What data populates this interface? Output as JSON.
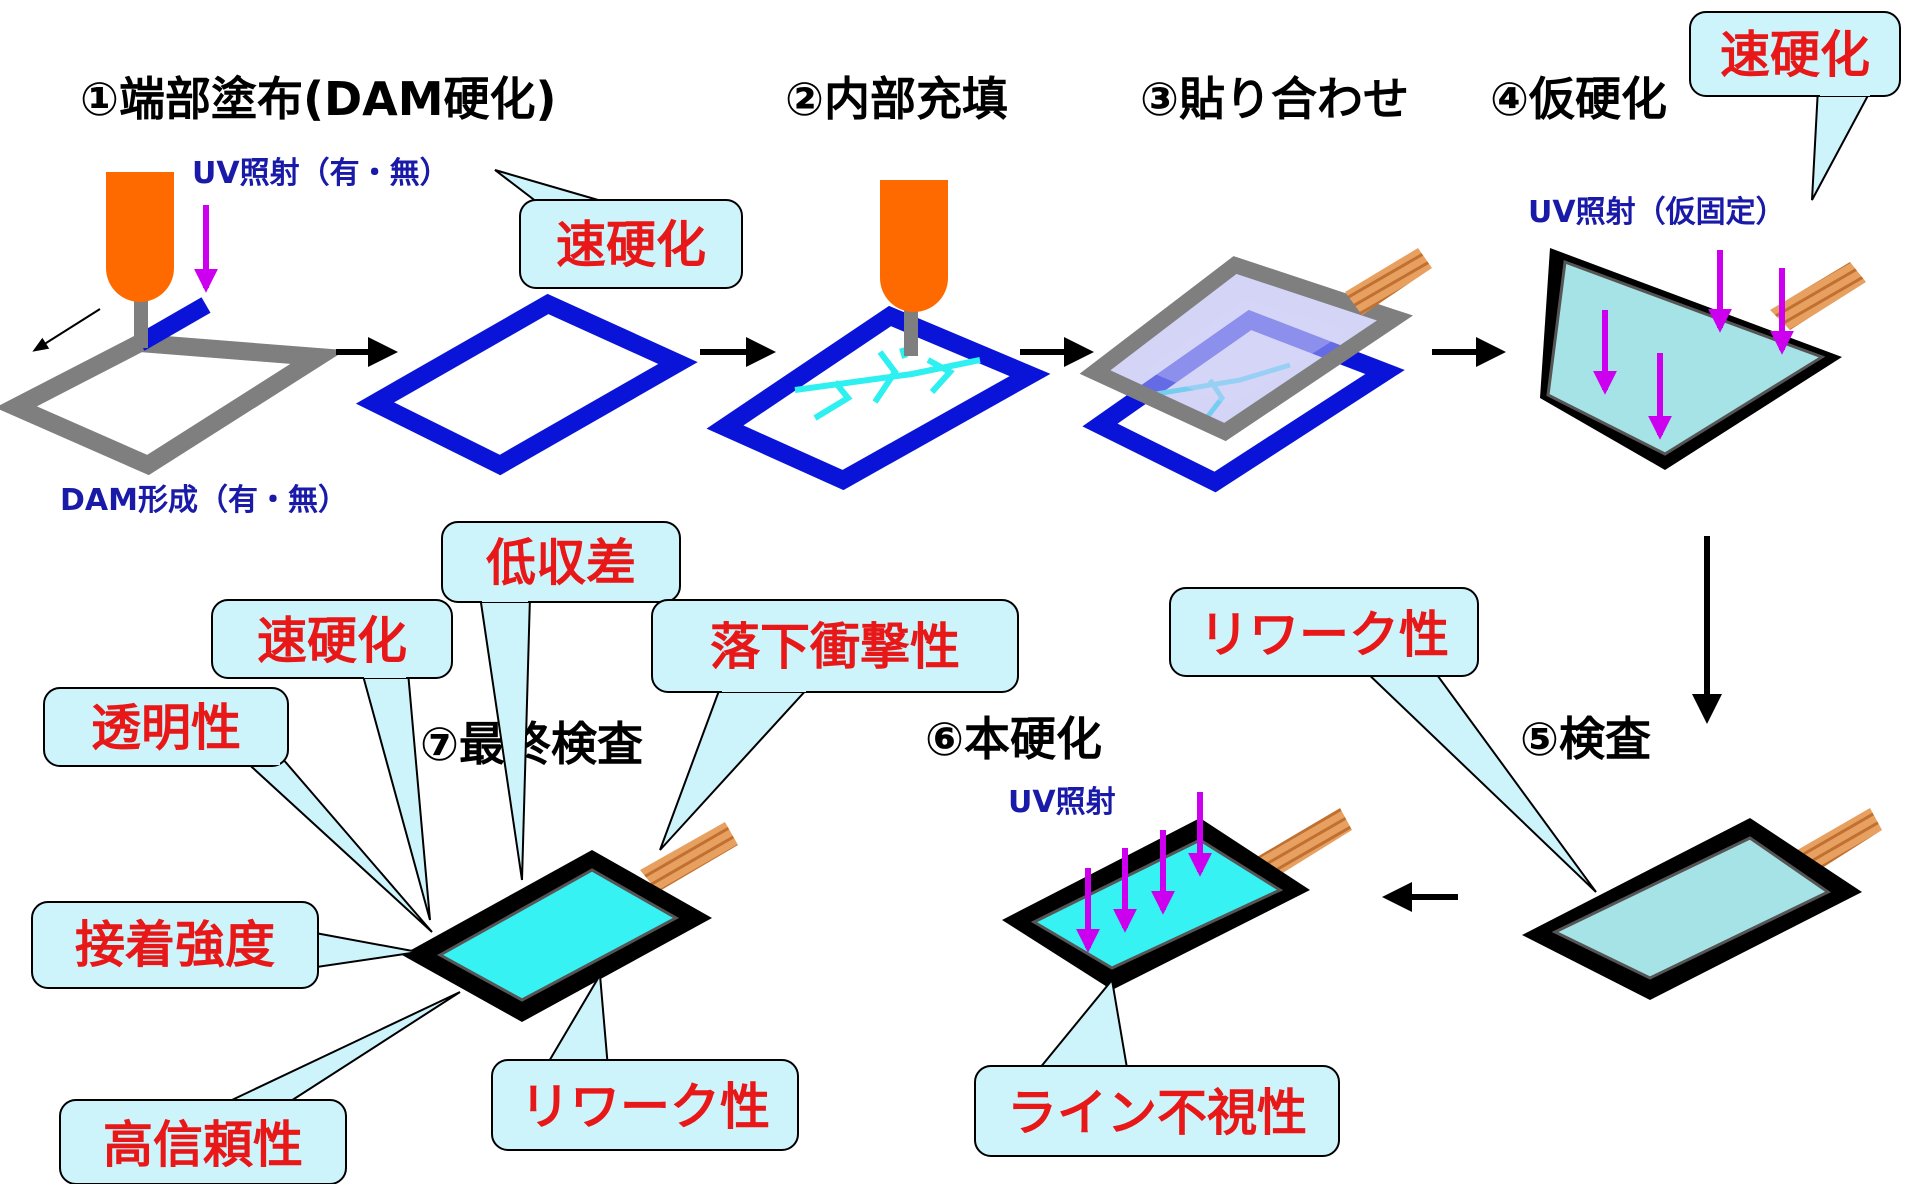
{
  "steps": {
    "s1": "①端部塗布(DAM硬化)",
    "s2": "②内部充填",
    "s3": "③貼り合わせ",
    "s4": "④仮硬化",
    "s5": "⑤検査",
    "s6": "⑥本硬化",
    "s7": "⑦最終検査"
  },
  "notes": {
    "uv_optional": "UV照射（有・無）",
    "dam_optional": "DAM形成（有・無）",
    "uv_temporary": "UV照射（仮固定）",
    "uv": "UV照射"
  },
  "callouts": {
    "fast_cure_1": "速硬化",
    "fast_cure_4": "速硬化",
    "rework_5": "リワーク性",
    "line_invisible": "ライン不視性",
    "low_shrinkage": "低収差",
    "fast_cure_7": "速硬化",
    "drop_impact": "落下衝撃性",
    "transparency": "透明性",
    "adhesion": "接着強度",
    "high_reliability": "高信頼性",
    "rework_7": "リワーク性"
  },
  "colors": {
    "dispenser": "#ff6a00",
    "dam_gray": "#7f7f7f",
    "dam_blue": "#0a14d8",
    "resin_cyan": "#2ef0f0",
    "uv_arrow": "#cc00ee",
    "callout_fill": "#cdf3fb",
    "callout_text": "#e81818",
    "note_text": "#1a1aa8",
    "panel_frame": "#000000",
    "fpc": "#e8a060"
  },
  "icons": [
    "dispenser-nozzle-icon",
    "uv-arrow-icon",
    "panel-icon",
    "flex-cable-icon",
    "process-arrow-icon"
  ]
}
